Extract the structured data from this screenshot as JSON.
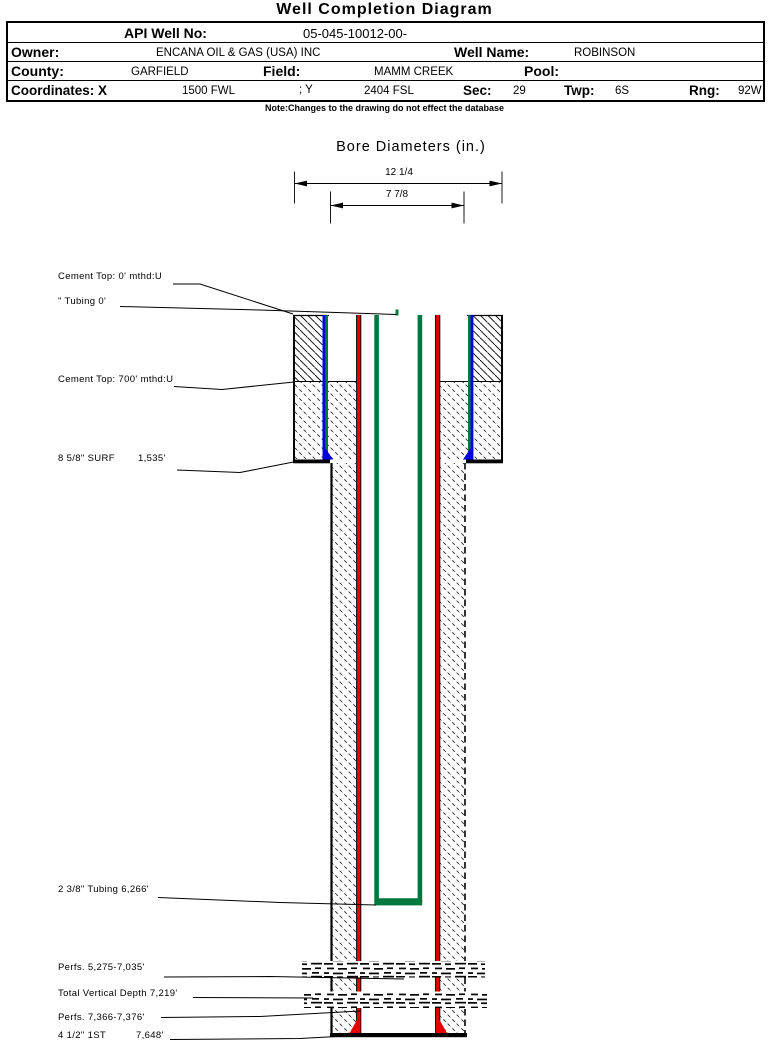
{
  "title": "Well Completion Diagram",
  "header": {
    "api_label": "API Well No:",
    "api_value": "05-045-10012-00-",
    "owner_label": "Owner:",
    "owner_value": "ENCANA OIL & GAS (USA) INC",
    "well_name_label": "Well Name:",
    "well_name_value": "ROBINSON",
    "county_label": "County:",
    "county_value": "GARFIELD",
    "field_label": "Field:",
    "field_value": "MAMM CREEK",
    "pool_label": "Pool:",
    "pool_value": "",
    "coord_label": "Coordinates: X",
    "coord_x_value": "1500 FWL",
    "coord_y_label": "; Y",
    "coord_y_value": "2404 FSL",
    "sec_label": "Sec:",
    "sec_value": "29",
    "twp_label": "Twp:",
    "twp_value": "6S",
    "rng_label": "Rng:",
    "rng_value": "92W"
  },
  "note": "Note:Changes to the drawing do not effect the database",
  "bore": {
    "title": "Bore Diameters (in.)",
    "outer_diameter": "12 1/4",
    "inner_diameter": "7 7/8"
  },
  "annotations": {
    "cement_top_0": "Cement Top: 0' mthd:U",
    "tubing_top": "\" Tubing 0'",
    "cement_top_700": "Cement Top: 700' mthd:U",
    "surface_casing": "8 5/8\" SURF",
    "surface_casing_depth": "1,535'",
    "tubing": "2 3/8\" Tubing 6,266'",
    "perfs_upper": "Perfs. 5,275-7,035'",
    "tvd": "Total Vertical Depth 7,219'",
    "perfs_lower": "Perfs. 7,366-7,376'",
    "production_casing": "4 1/2\" 1ST",
    "production_casing_depth": "7,648'"
  },
  "colors": {
    "casing_red": "#e80000",
    "tubing_green": "#007840",
    "surface_blue": "#0000dd",
    "ink": "#000000",
    "background": "#ffffff"
  }
}
